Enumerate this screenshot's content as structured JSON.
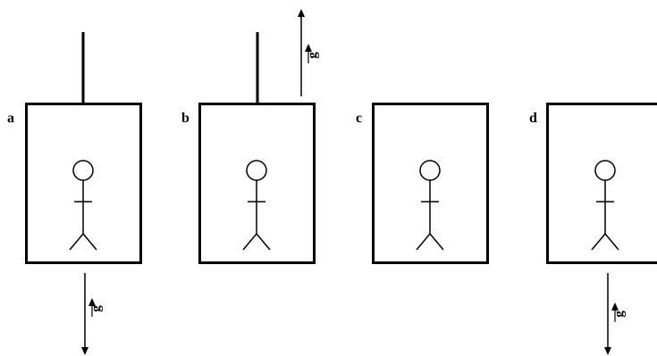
{
  "panels": [
    {
      "label": "a"
    },
    {
      "label": "b"
    },
    {
      "label": "c"
    },
    {
      "label": "d"
    }
  ],
  "gravity_label": "g",
  "colors": {
    "stroke": "#000000",
    "background": "#ffffff"
  }
}
